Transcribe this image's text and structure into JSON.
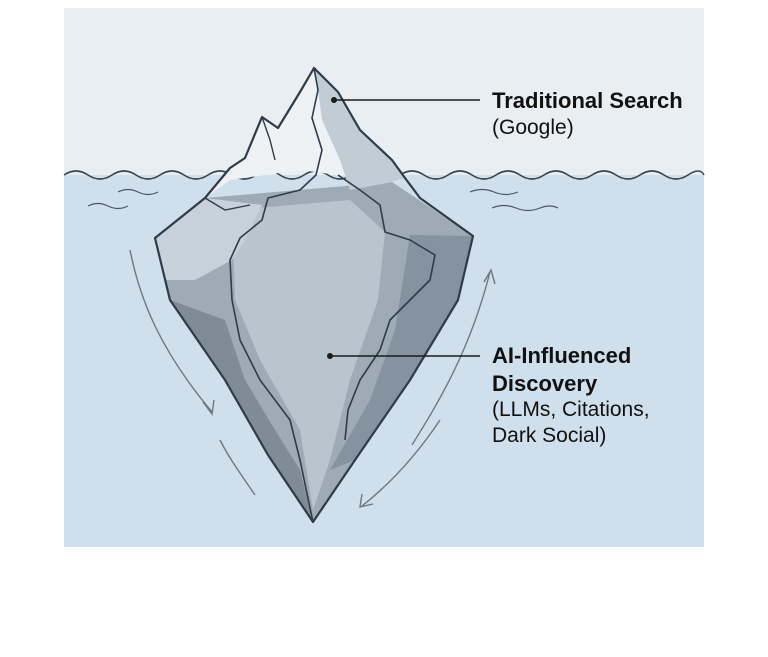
{
  "labels": {
    "above_water": {
      "title": "Traditional Search",
      "subtitle": "(Google)"
    },
    "below_water": {
      "title_line1": "AI-Influenced",
      "title_line2": "Discovery",
      "subtitle_line1": "(LLMs, Citations,",
      "subtitle_line2": "Dark Social)"
    }
  },
  "colors": {
    "sky": "#e8eef3",
    "water": "#cfe0ec",
    "ice_light": "#e6ecf0",
    "ice_mid": "#aebbc6",
    "ice_dark": "#8d9aa6",
    "outline": "#2e3b48",
    "leader_line": "#1a1a1a"
  }
}
